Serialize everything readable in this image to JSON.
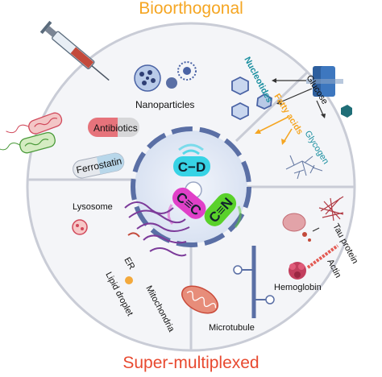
{
  "titles": {
    "top": "Bioorthogonal",
    "bottom": "Super-multiplexed"
  },
  "colors": {
    "top_title": "#f5a623",
    "bottom_title": "#e8492f",
    "outer_ring": "#c9ccd6",
    "inner_ring": "#5a6fa5",
    "core_bg": "#e5ebf6",
    "c_d_bond": "#37d3e5",
    "c_triple_c_bond": "#e040c8",
    "c_triple_n_bond": "#59d12a"
  },
  "bonds": {
    "c_d": "C−D",
    "c_triple_c": "C≡C",
    "c_triple_n": "C≡N"
  },
  "quadrant_tl": {
    "nanoparticles": "Nanoparticles",
    "antibiotics": "Antibiotics",
    "ferrostatin": "Ferrostatin"
  },
  "quadrant_tr": {
    "nucleotides": "Nucleotides",
    "glucose": "Glucose",
    "fatty_acids": "Fatty acids",
    "glycogen": "Glycogen"
  },
  "quadrant_bl": {
    "lysosome": "Lysosome",
    "er": "ER",
    "lipid_droplet": "Lipid droplet",
    "mitochondria": "Mitochondria"
  },
  "quadrant_br": {
    "tau_protein": "Tau protein",
    "actin": "Actin",
    "hemoglobin": "Hemoglobin",
    "microtubule": "Microtubule"
  },
  "icons": [
    "syringe-icon",
    "bacteria-icon",
    "nanoparticle-icon",
    "pill-icon",
    "cell-membrane-transporter-icon"
  ]
}
